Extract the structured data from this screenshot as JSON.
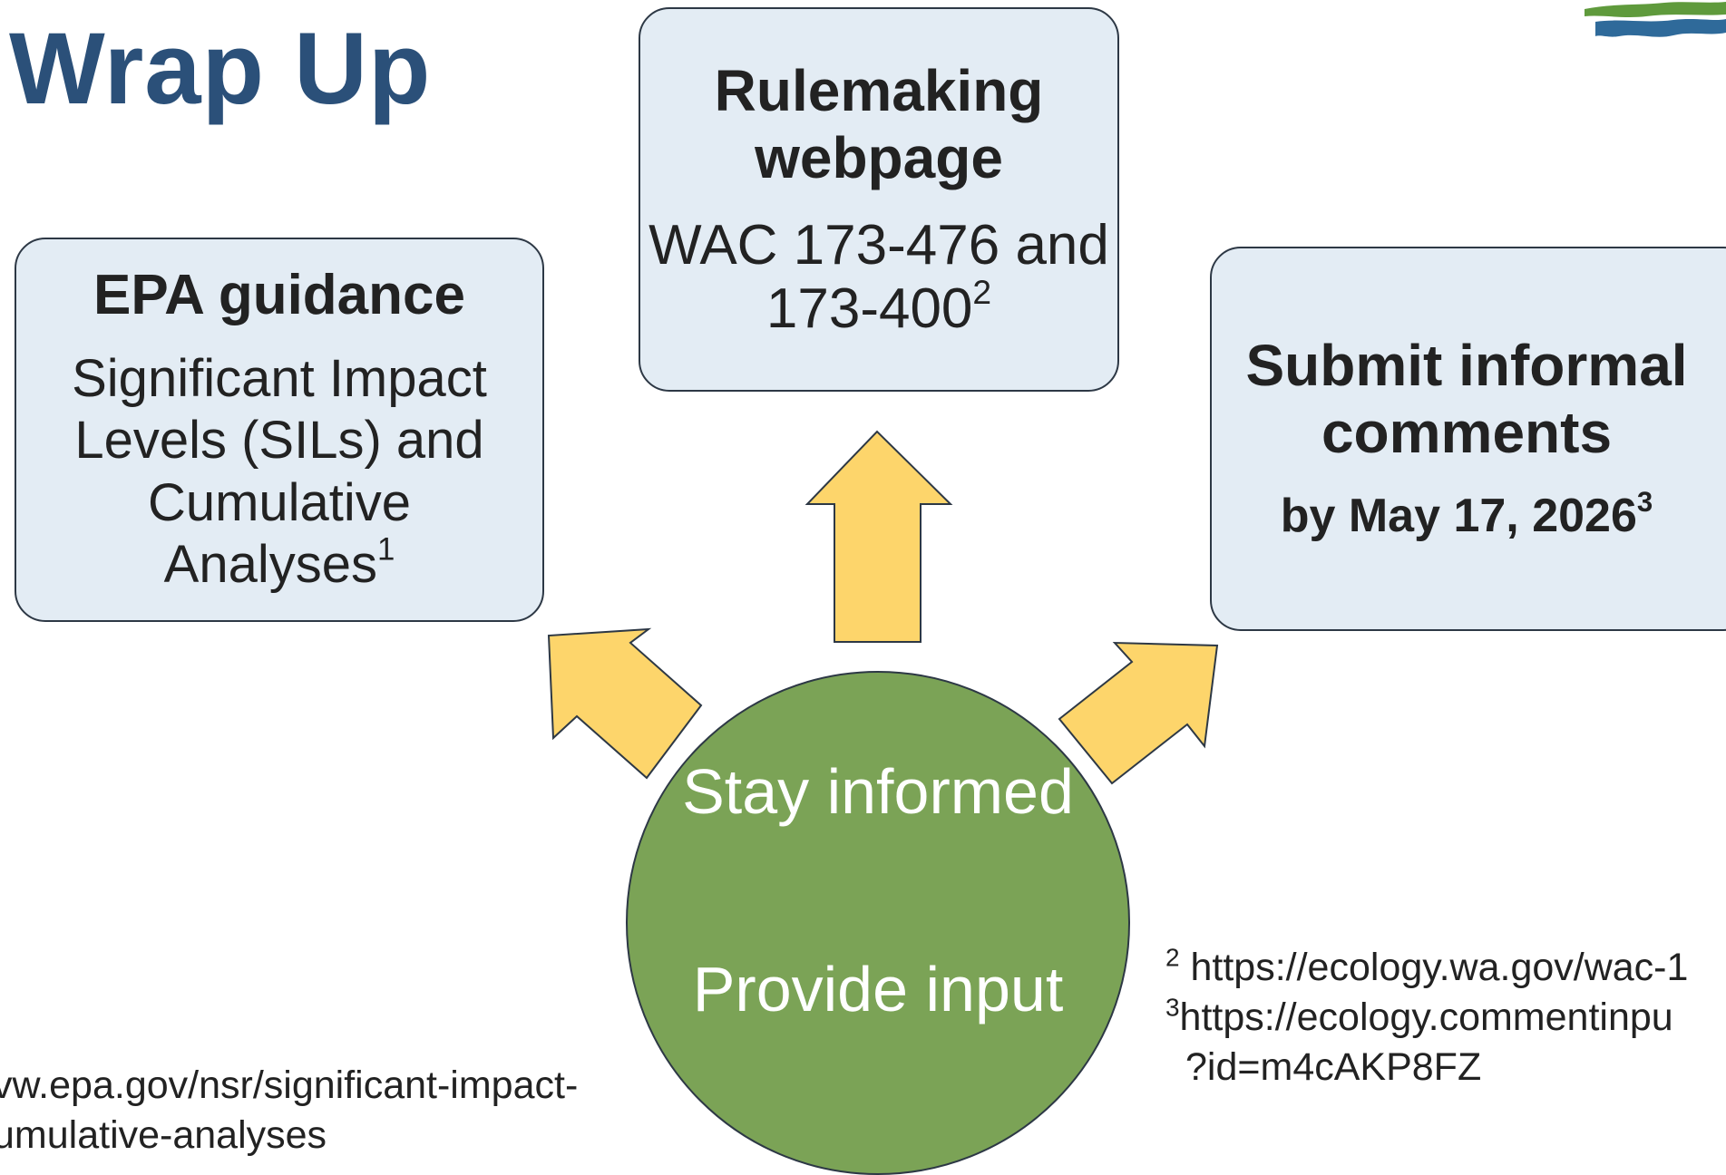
{
  "slide": {
    "title": "Wrap Up"
  },
  "logo": {
    "icon": "agency-logo-icon",
    "colors": [
      "#5f9a3c",
      "#2f6a9a"
    ]
  },
  "diagram": {
    "center": {
      "line1": "Stay informed",
      "line2": "Provide input"
    },
    "boxes": {
      "epa": {
        "title": "EPA guidance",
        "body": "Significant Impact Levels (SILs) and Cumulative Analyses",
        "footnote_ref": "1"
      },
      "rulemaking": {
        "title": "Rulemaking webpage",
        "body": "WAC 173-476 and 173-400",
        "footnote_ref": "2"
      },
      "comments": {
        "title": "Submit informal comments",
        "body": "by May 17, 2026",
        "footnote_ref": "3"
      }
    },
    "colors": {
      "box_fill": "#e3ecf4",
      "circle_fill": "#7ba356",
      "arrow_fill": "#fdd56b",
      "outline": "#2d3845",
      "title": "#2b5079"
    }
  },
  "footnotes": {
    "fn1_line1": "vw.epa.gov/nsr/significant-impact-",
    "fn1_line2": "umulative-analyses",
    "fn2_number": "2",
    "fn2_text": " https://ecology.wa.gov/wac-1",
    "fn3_number": "3",
    "fn3_text": "https://ecology.commentinpu",
    "fn3_line2": "?id=m4cAKP8FZ"
  }
}
